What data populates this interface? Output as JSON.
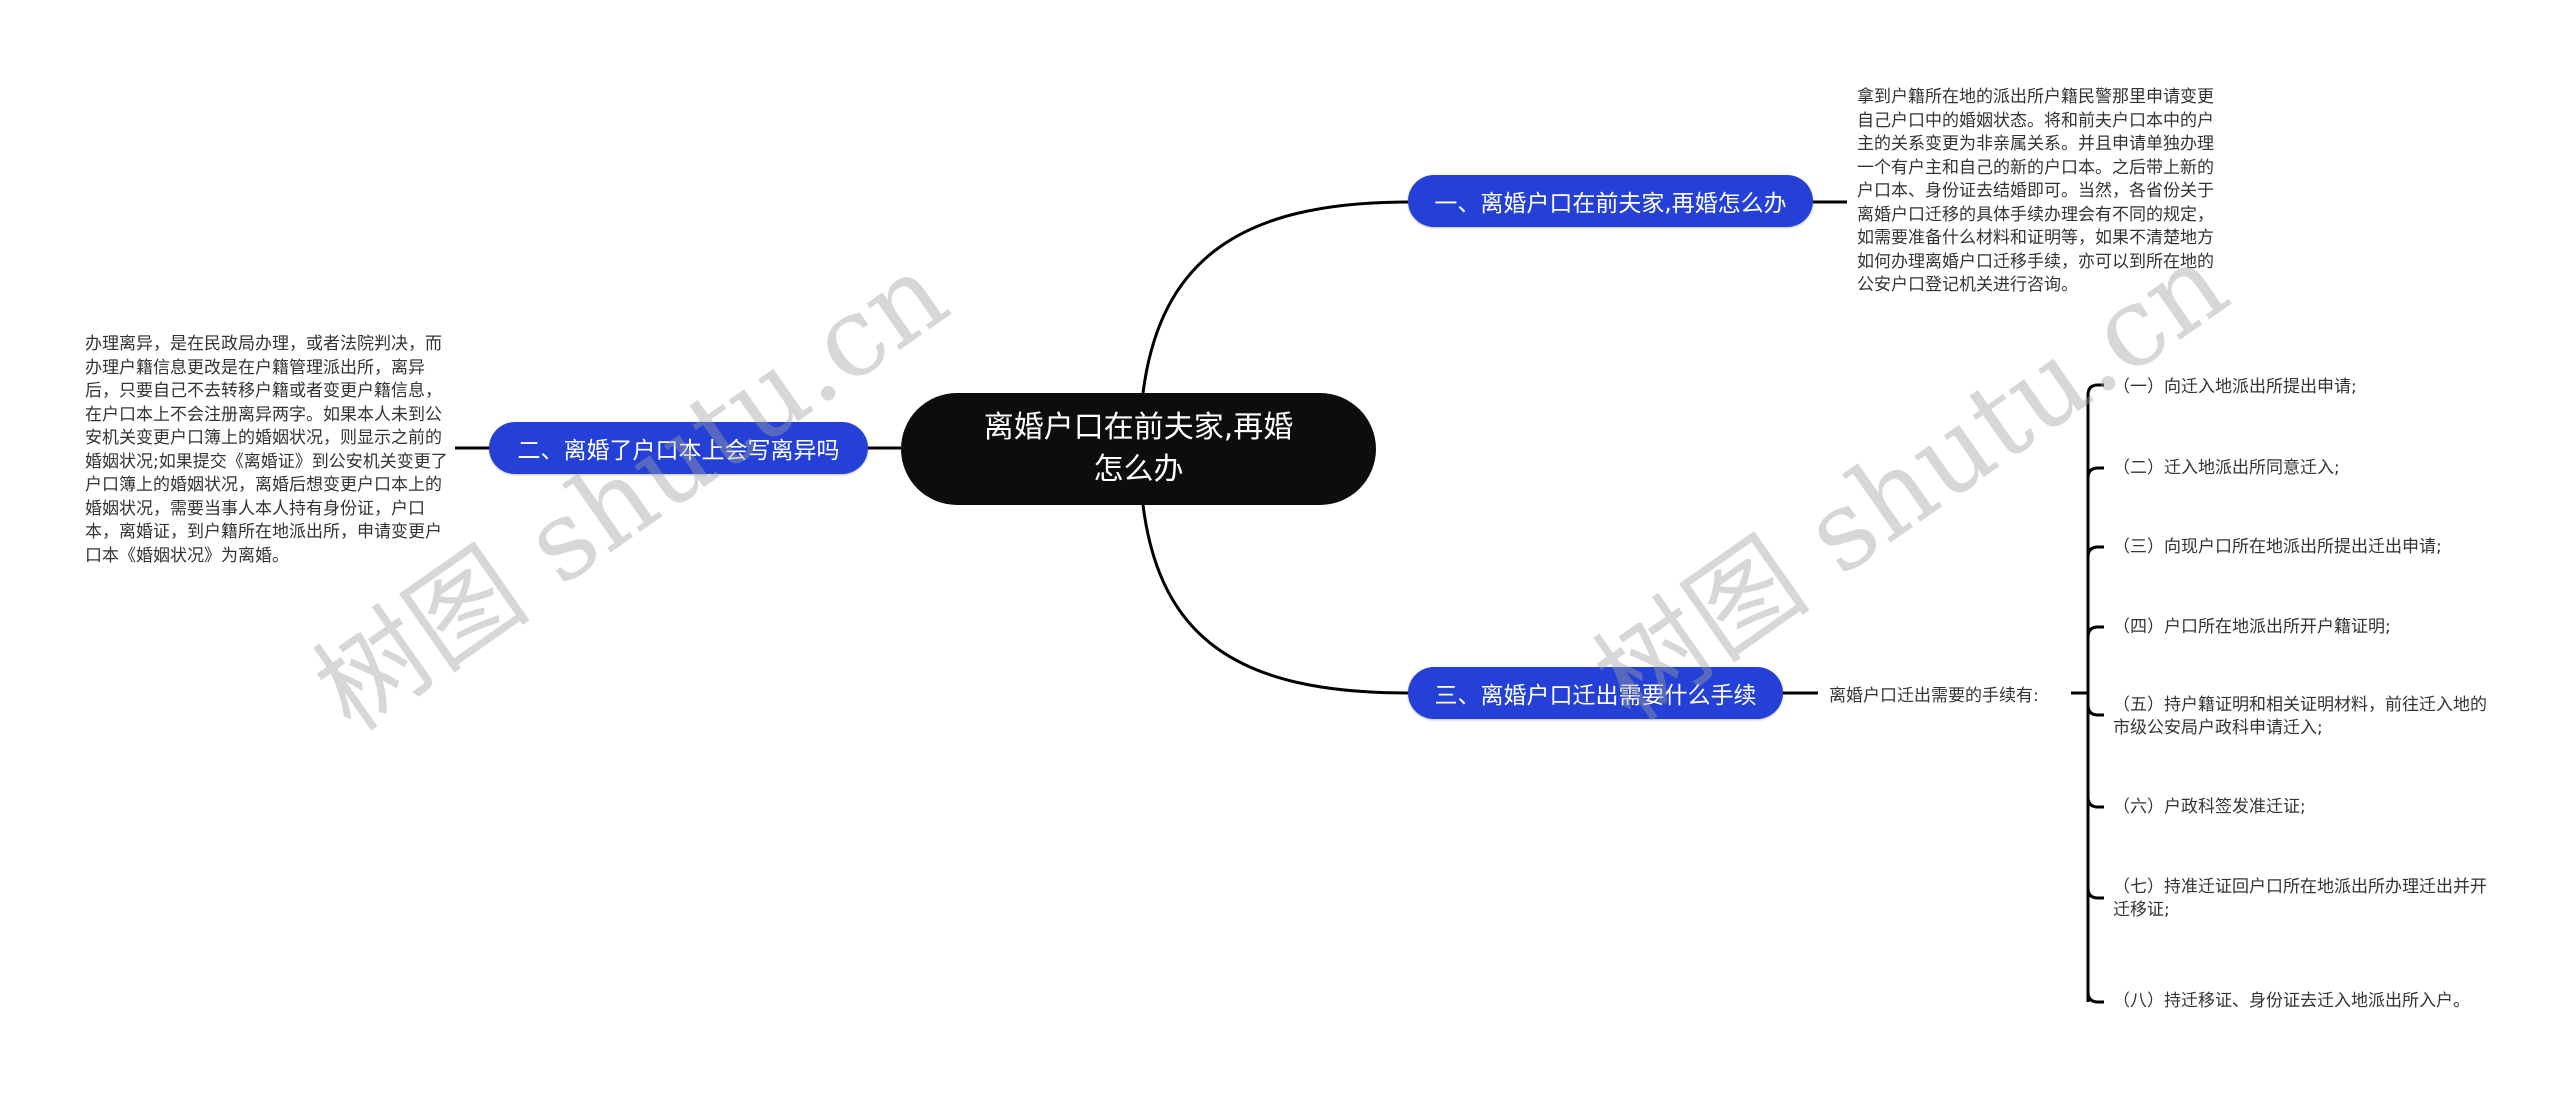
{
  "root": {
    "label": "离婚户口在前夫家,再婚怎么办"
  },
  "branches": [
    {
      "label": "一、离婚户口在前夫家,再婚怎么办",
      "detail": "拿到户籍所在地的派出所户籍民警那里申请变更自己户口中的婚姻状态。将和前夫户口本中的户主的关系变更为非亲属关系。并且申请单独办理一个有户主和自己的新的户口本。之后带上新的户口本、身份证去结婚即可。当然，各省份关于离婚户口迁移的具体手续办理会有不同的规定，如需要准备什么材料和证明等，如果不清楚地方如何办理离婚户口迁移手续，亦可以到所在地的公安户口登记机关进行咨询。"
    },
    {
      "label": "二、离婚了户口本上会写离异吗",
      "detail": "办理离异，是在民政局办理，或者法院判决，而办理户籍信息更改是在户籍管理派出所，离异后，只要自己不去转移户籍或者变更户籍信息，在户口本上不会注册离异两字。如果本人未到公安机关变更户口簿上的婚姻状况，则显示之前的婚姻状况;如果提交《离婚证》到公安机关变更了户口簿上的婚姻状况，离婚后想变更户口本上的婚姻状况，需要当事人本人持有身份证，户口本，离婚证，到户籍所在地派出所，申请变更户口本《婚姻状况》为离婚。"
    },
    {
      "label": "三、离婚户口迁出需要什么手续",
      "sub_label": "离婚户口迁出需要的手续有:",
      "steps": [
        "（一）向迁入地派出所提出申请;",
        "（二）迁入地派出所同意迁入;",
        "（三）向现户口所在地派出所提出迁出申请;",
        "（四）户口所在地派出所开户籍证明;",
        "（五）持户籍证明和相关证明材料，前往迁入地的市级公安局户政科申请迁入;",
        "（六）户政科签发准迁证;",
        "（七）持准迁证回户口所在地派出所办理迁出并开迁移证;",
        "（八）持迁移证、身份证去迁入地派出所入户。"
      ]
    }
  ],
  "watermark": {
    "text": "树图 shutu.cn"
  },
  "colors": {
    "root_bg": "#0d0d0d",
    "branch_bg": "#2440d6",
    "line": "#000000",
    "text": "#333333"
  }
}
